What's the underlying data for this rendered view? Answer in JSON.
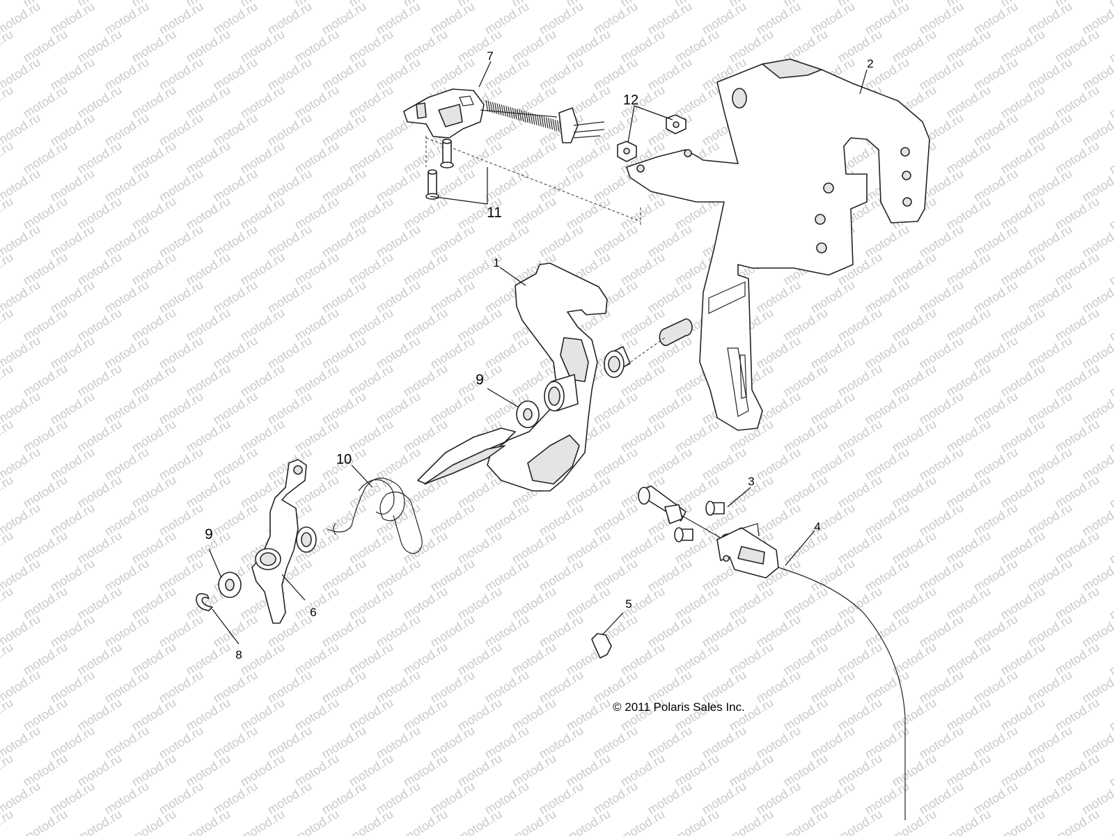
{
  "diagram": {
    "copyright": "© 2011 Polaris Sales Inc.",
    "watermark": "motod.ru",
    "callouts": [
      {
        "id": "c1",
        "label": "1"
      },
      {
        "id": "c2",
        "label": "2"
      },
      {
        "id": "c3",
        "label": "3"
      },
      {
        "id": "c4",
        "label": "4"
      },
      {
        "id": "c5",
        "label": "5"
      },
      {
        "id": "c6",
        "label": "6"
      },
      {
        "id": "c7",
        "label": "7"
      },
      {
        "id": "c8",
        "label": "8"
      },
      {
        "id": "c9a",
        "label": "9"
      },
      {
        "id": "c9b",
        "label": "9"
      },
      {
        "id": "c10",
        "label": "10"
      },
      {
        "id": "c11",
        "label": "11"
      },
      {
        "id": "c12",
        "label": "12"
      }
    ]
  }
}
